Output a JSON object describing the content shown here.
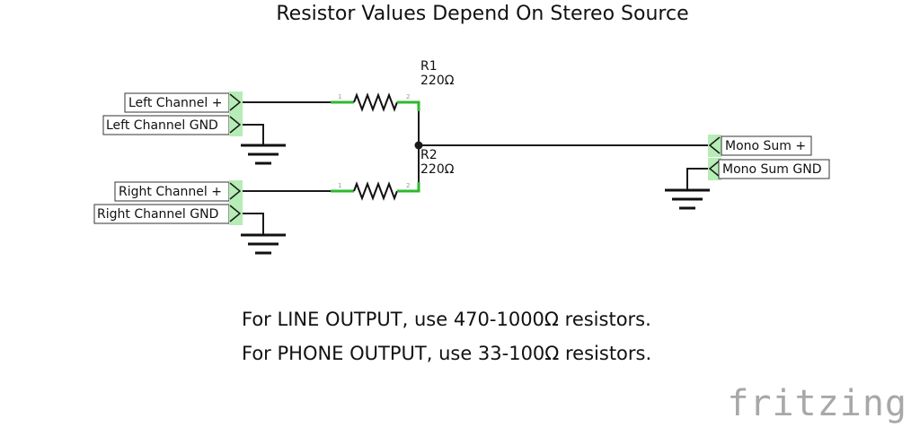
{
  "title": "Resistor Values Depend On Stereo Source",
  "inputs": {
    "left_plus": "Left Channel +",
    "left_gnd": "Left Channel GND",
    "right_plus": "Right Channel +",
    "right_gnd": "Right Channel GND"
  },
  "outputs": {
    "mono_plus": "Mono Sum +",
    "mono_gnd": "Mono Sum GND"
  },
  "resistors": [
    {
      "name": "R1",
      "value": "220Ω",
      "pin1": "1",
      "pin2": "2"
    },
    {
      "name": "R2",
      "value": "220Ω",
      "pin1": "1",
      "pin2": "2"
    }
  ],
  "notes": {
    "line": "For LINE OUTPUT, use 470-1000Ω resistors.",
    "phone": "For PHONE OUTPUT, use 33-100Ω resistors."
  },
  "brand": "fritzing",
  "colors": {
    "wire": "#1a1a1a",
    "lead": "#2eb82e",
    "pin_pad": "#b6ecb6",
    "brand": "#a8a8a8"
  }
}
